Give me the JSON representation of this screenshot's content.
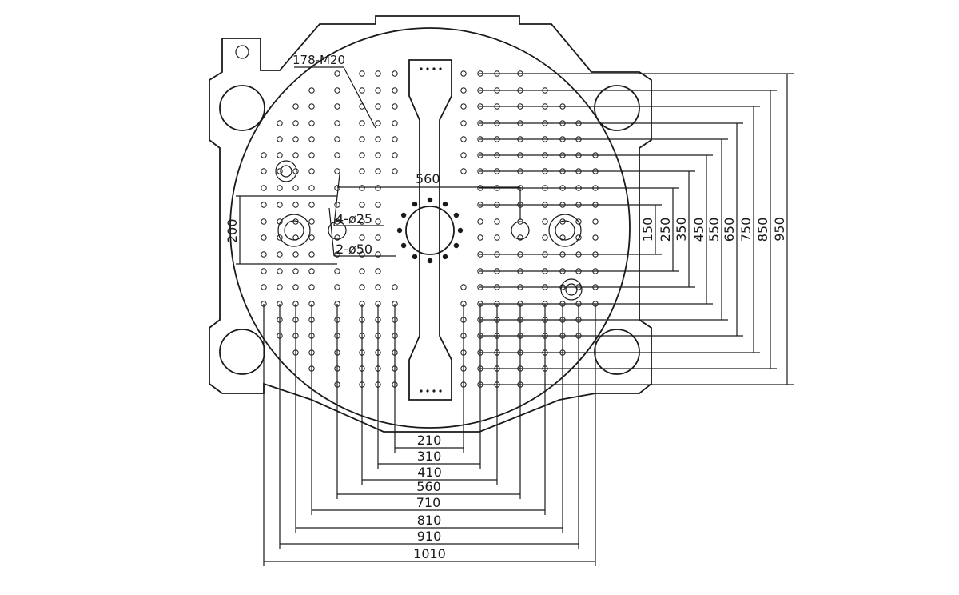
{
  "callouts": {
    "tapped_holes": "178-M20",
    "locating_holes": "4-ø25",
    "center_holes": "2-ø50"
  },
  "horizontal_dims": [
    "210",
    "310",
    "410",
    "560",
    "710",
    "810",
    "910",
    "1010"
  ],
  "vertical_dims": [
    "150",
    "250",
    "350",
    "450",
    "550",
    "650",
    "750",
    "850",
    "950"
  ],
  "inner_dims": {
    "hole_spacing": "560",
    "left_height": "200"
  },
  "colors": {
    "line": "#1a1a1a",
    "background": "#ffffff"
  }
}
